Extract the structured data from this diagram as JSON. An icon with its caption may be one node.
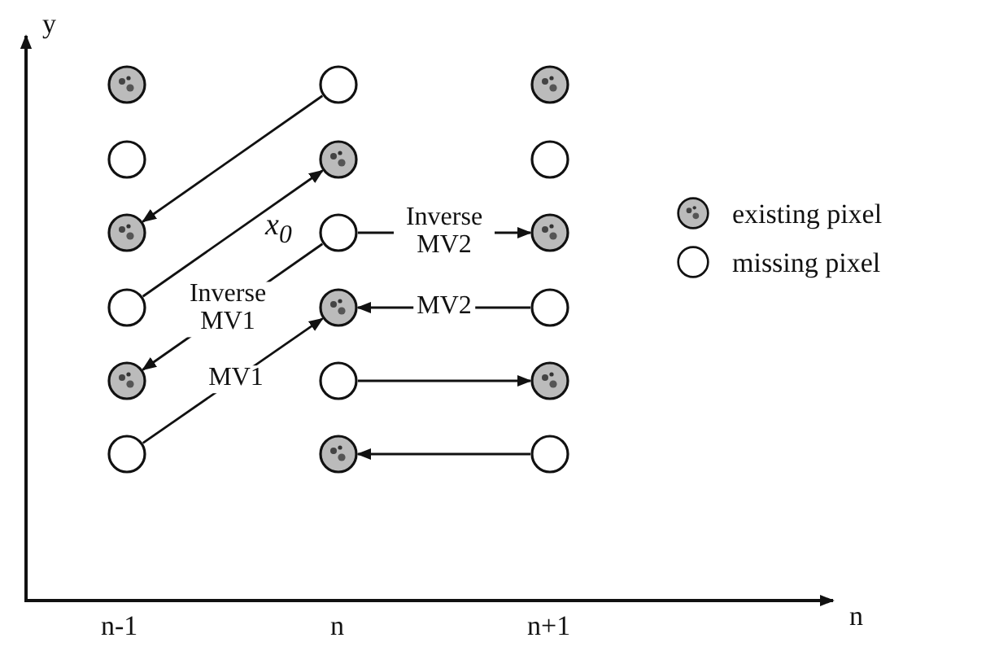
{
  "diagram": {
    "nodes": [
      {
        "text": [],
        "shape": "circle"
      },
      {
        "text": [],
        "shape": "circle"
      },
      {
        "text": [],
        "shape": "circle"
      },
      {
        "text": [],
        "shape": "circle"
      },
      {
        "text": [],
        "shape": "circle"
      },
      {
        "text": [],
        "shape": "circle"
      },
      {
        "text": [],
        "shape": "circle"
      },
      {
        "text": [],
        "shape": "circle",
        "beside": [
          "x$_{0}$"
        ]
      },
      {
        "text": [],
        "shape": "circle"
      },
      {
        "text": [],
        "shape": "circle"
      },
      {
        "text": [],
        "shape": "circle"
      },
      {
        "text": [],
        "shape": "circle"
      },
      {
        "text": [],
        "shape": "circle"
      },
      {
        "text": [],
        "shape": "circle"
      },
      {
        "text": [],
        "shape": "circle"
      },
      {
        "text": [],
        "shape": "circle"
      },
      {
        "text": [],
        "shape": "circle"
      },
      {
        "text": [],
        "shape": "circle"
      }
    ],
    "edges": [
      {
        "from": 1,
        "to": 6,
        "arrow": "to"
      },
      {
        "from": 9,
        "to": 4,
        "arrow": "to"
      },
      {
        "from": 7,
        "to": 12,
        "arrow": "to",
        "label": "Inverse MV1"
      },
      {
        "from": 15,
        "to": 10,
        "arrow": "to",
        "label": "MV1"
      },
      {
        "from": 7,
        "to": 8,
        "arrow": "to",
        "label": "Inverse MV2"
      },
      {
        "from": 11,
        "to": 10,
        "arrow": "to",
        "label": "MV2"
      },
      {
        "from": 13,
        "to": 14,
        "arrow": "to"
      },
      {
        "from": 17,
        "to": 16,
        "arrow": "to"
      }
    ],
    "labels": [
      "y",
      "n-1",
      "n",
      "n+1",
      "n"
    ],
    "legend": [
      {
        "text": "existing pixel"
      },
      {
        "text": "missing pixel"
      }
    ]
  }
}
